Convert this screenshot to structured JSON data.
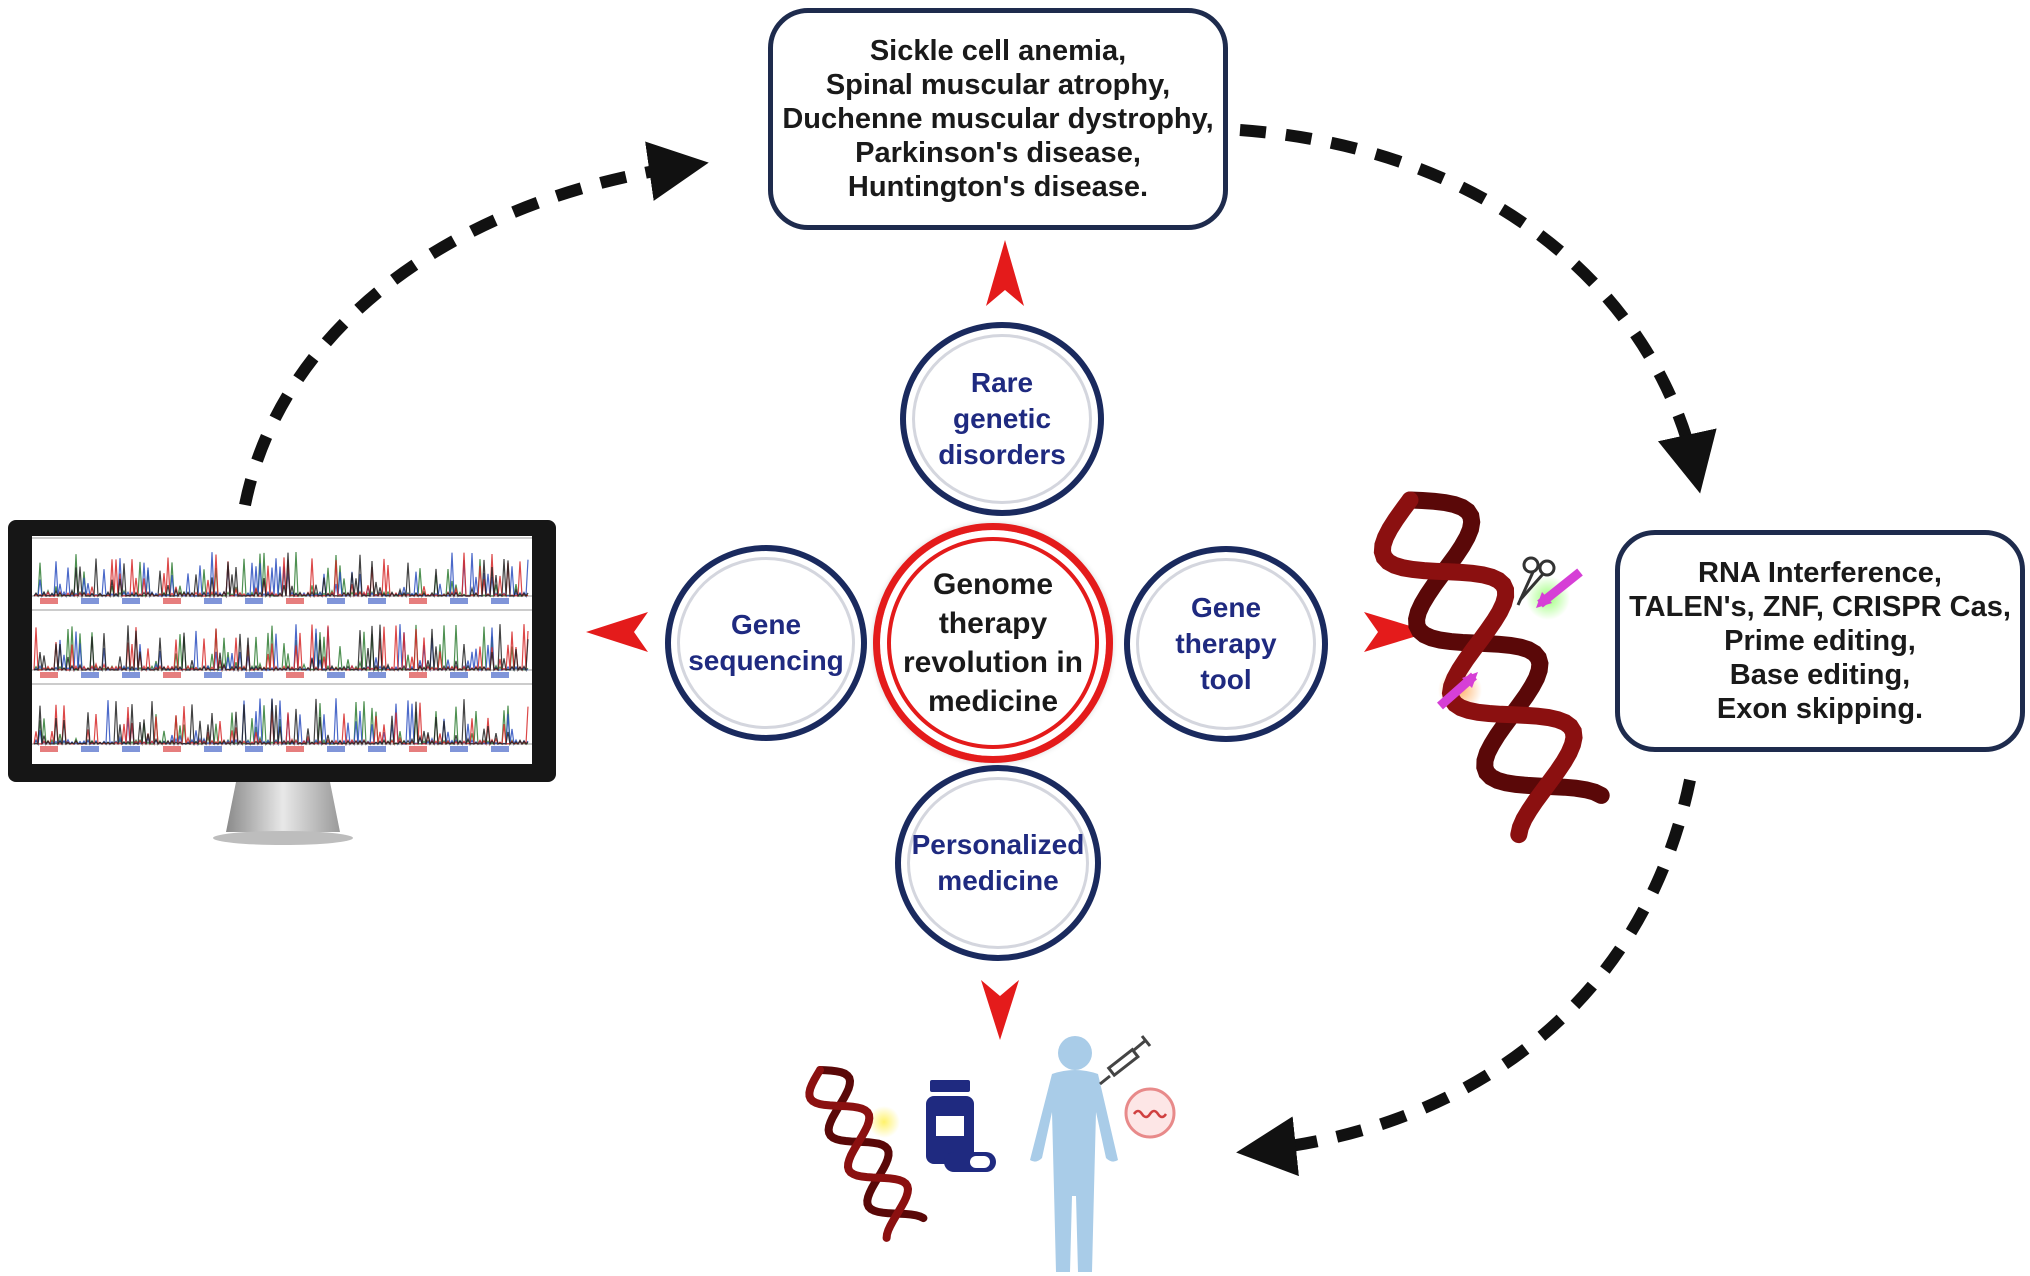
{
  "center": {
    "lines": [
      "Genome",
      "therapy",
      "revolution in",
      "medicine"
    ]
  },
  "nodes": {
    "top": {
      "lines": [
        "Rare",
        "genetic",
        "disorders"
      ]
    },
    "left": {
      "lines": [
        "Gene",
        "sequencing"
      ]
    },
    "right": {
      "lines": [
        "Gene",
        "therapy",
        "tool"
      ]
    },
    "bottom": {
      "lines": [
        "Personalized",
        "medicine"
      ]
    }
  },
  "boxes": {
    "diseases": {
      "lines": [
        "Sickle cell anemia,",
        "Spinal muscular atrophy,",
        "Duchenne muscular dystrophy,",
        "Parkinson's disease,",
        "Huntington's disease."
      ]
    },
    "tools": {
      "lines": [
        "RNA Interference,",
        "TALEN's, ZNF, CRISPR Cas,",
        "Prime editing,",
        "Base editing,",
        "Exon skipping."
      ]
    }
  },
  "colors": {
    "navy": "#1a2a5e",
    "label_blue": "#1f2a80",
    "red": "#e41b1b",
    "dna": "#8b1010",
    "body": "#a9cce8",
    "magenta": "#d63fd6"
  },
  "icons": [
    "monitor-icon",
    "dna-icon",
    "scissors-icon",
    "pill-bottle-icon",
    "human-body-icon",
    "syringe-icon"
  ]
}
